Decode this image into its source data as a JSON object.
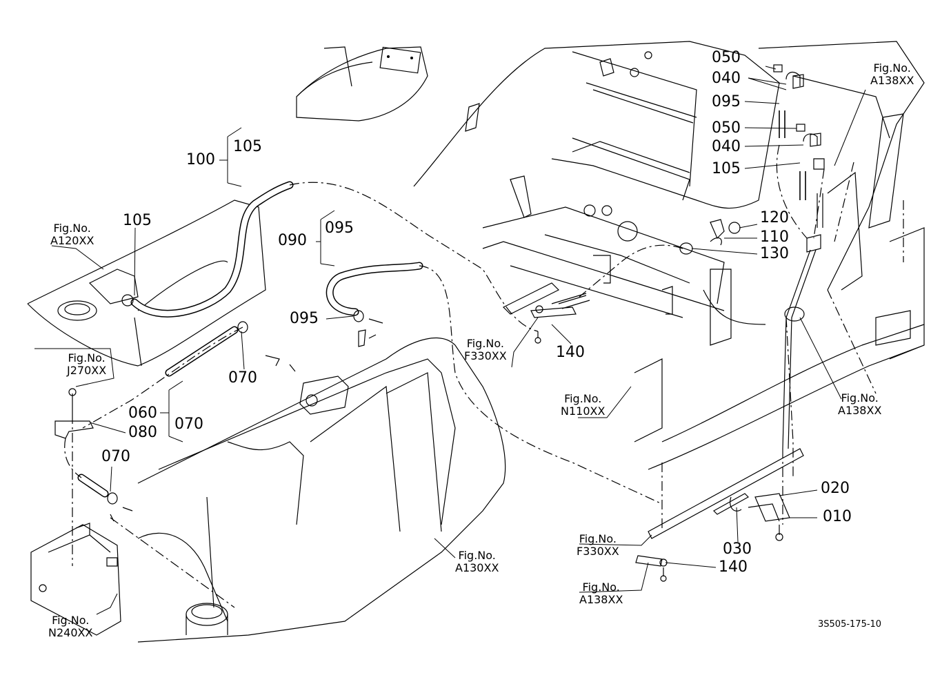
{
  "parts": {
    "p050a": "050",
    "p040a": "040",
    "p095a": "095",
    "p050b": "050",
    "p040b": "040",
    "p105a": "105",
    "p120": "120",
    "p110": "110",
    "p130": "130",
    "p140a": "140",
    "p020": "020",
    "p010": "010",
    "p030": "030",
    "p140b": "140",
    "p100": "100",
    "p105b": "105",
    "p105c": "105",
    "p090": "090",
    "p095b": "095",
    "p095c": "095",
    "p070a": "070",
    "p060": "060",
    "p070b": "070",
    "p080": "080",
    "p070c": "070"
  },
  "refs": {
    "fig_label": "Fig.No.",
    "a138_top": "A138XX",
    "a120": "A120XX",
    "j270": "J270XX",
    "f330_mid": "F330XX",
    "n110": "N110XX",
    "a138_right": "A138XX",
    "a130": "A130XX",
    "f330_bottom": "F330XX",
    "a138_bottom": "A138XX",
    "n240": "N240XX"
  },
  "drawing_code": "3S505-175-10"
}
